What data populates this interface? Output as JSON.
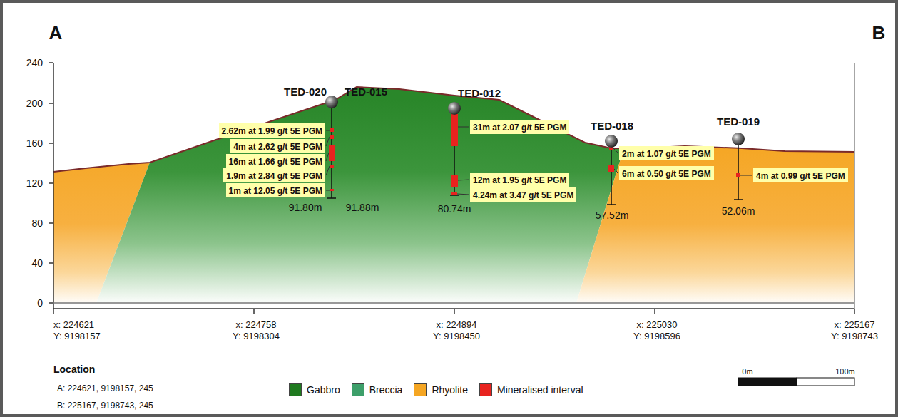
{
  "diagram": {
    "nodes": [
      {
        "text": [
          "2.62m at 1.99 g/t 5E PGM"
        ]
      },
      {
        "text": [
          "4m at 2.62 g/t 5E PGM"
        ]
      },
      {
        "text": [
          "16m at 1.66 g/t 5E PGM"
        ]
      },
      {
        "text": [
          "1.9m at 2.84 g/t 5E PGM"
        ]
      },
      {
        "text": [
          "1m at 12.05 g/t 5E PGM"
        ]
      },
      {
        "text": [
          "31m at 2.07 g/t 5E PGM"
        ]
      },
      {
        "text": [
          "12m at 1.95 g/t 5E PGM"
        ]
      },
      {
        "text": [
          "4.24m at 3.47 g/t 5E PGM"
        ]
      },
      {
        "text": [
          "2m at 1.07 g/t 5E PGM"
        ]
      },
      {
        "text": [
          "6m at 0.50 g/t 5E PGM"
        ]
      },
      {
        "text": [
          "4m at 0.99 g/t 5E PGM"
        ]
      }
    ],
    "labels": [
      "A",
      "B",
      "240",
      "200",
      "160",
      "120",
      "80",
      "40",
      "0",
      "TED-020",
      "TED-015",
      "TED-012",
      "TED-018",
      "TED-019",
      "91.80m",
      "91.88m",
      "80.74m",
      "57.52m",
      "52.06m",
      "x: 224621",
      "Y: 9198157",
      "x: 224758",
      "Y: 9198304",
      "x: 224894",
      "Y: 9198450",
      "x: 225030",
      "Y: 9198596",
      "x: 225167",
      "Y: 9198743",
      "Location",
      "A: 224621, 9198157, 245",
      "B: 225167, 9198743, 245",
      "0m",
      "100m"
    ],
    "legend": [
      {
        "text": "Gabbro",
        "color": "#1f7a1f"
      },
      {
        "text": "Breccia",
        "color": "#3d9f6a"
      },
      {
        "text": "Rhyolite",
        "color": "#f5a623"
      },
      {
        "text": "Mineralised interval",
        "color": "#e8231f"
      }
    ]
  }
}
